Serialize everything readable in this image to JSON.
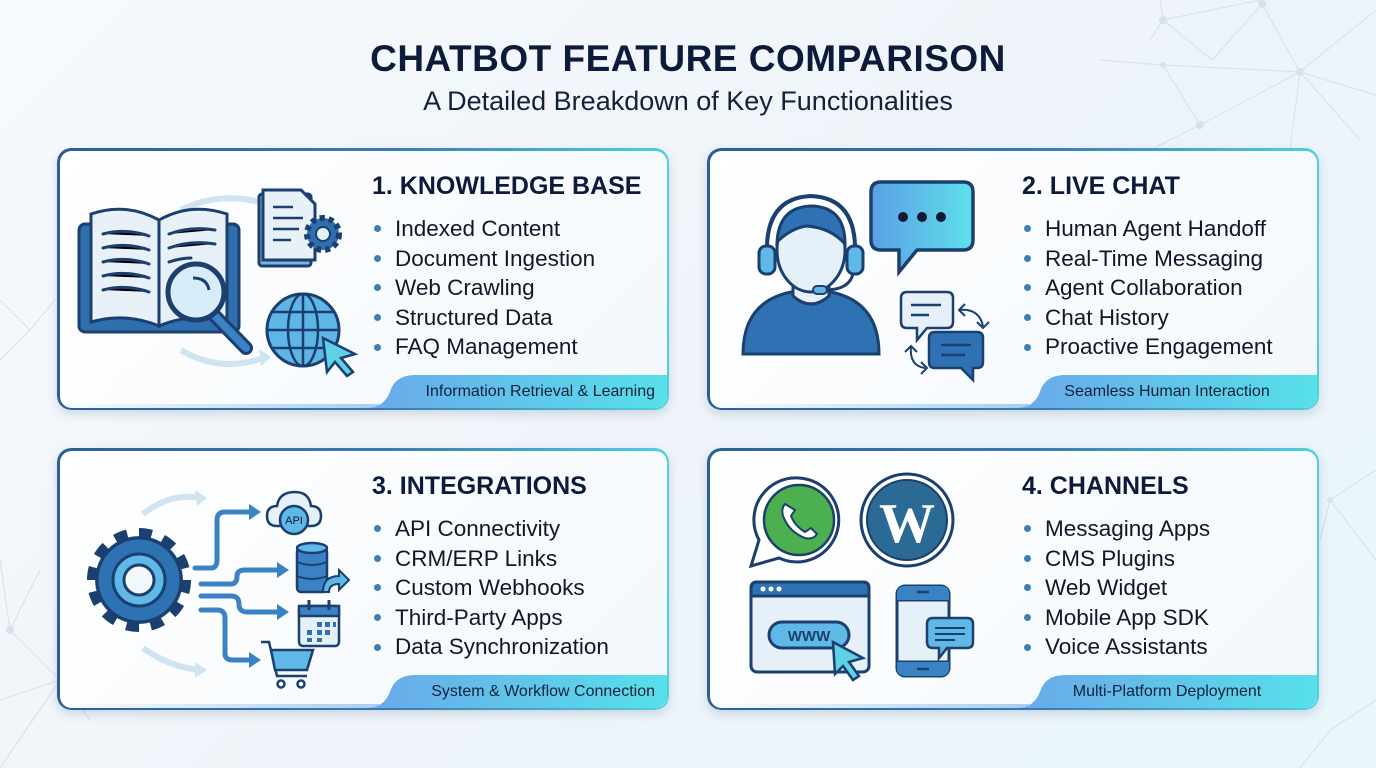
{
  "header": {
    "title": "CHATBOT FEATURE COMPARISON",
    "subtitle": "A Detailed Breakdown of Key Functionalities"
  },
  "colors": {
    "title": "#0d1b3a",
    "bullet": "#3b7fb5",
    "icon_dark": "#1f5d97",
    "icon_mid": "#3b82c4",
    "icon_light": "#5fd2e6",
    "whatsapp_green": "#4caf50",
    "wordpress_blue": "#2a6a94"
  },
  "cards": [
    {
      "title": "1. KNOWLEDGE BASE",
      "items": [
        "Indexed Content",
        "Document Ingestion",
        "Web Crawling",
        "Structured Data",
        "FAQ Management"
      ],
      "footer": "Information Retrieval & Learning",
      "icons": [
        "open-book-icon",
        "magnifier-icon",
        "document-gear-icon",
        "globe-cursor-icon"
      ]
    },
    {
      "title": "2. LIVE CHAT",
      "items": [
        "Human Agent Handoff",
        "Real-Time Messaging",
        "Agent Collaboration",
        "Chat History",
        "Proactive Engagement"
      ],
      "footer": "Seamless Human Interaction",
      "icons": [
        "headset-agent-icon",
        "typing-bubble-icon",
        "exchange-bubbles-icon"
      ]
    },
    {
      "title": "3. INTEGRATIONS",
      "items": [
        "API Connectivity",
        "CRM/ERP Links",
        "Custom Webhooks",
        "Third-Party Apps",
        "Data Synchronization"
      ],
      "footer": "System & Workflow Connection",
      "icons": [
        "gear-icon",
        "api-cloud-icon",
        "database-icon",
        "calendar-icon",
        "cart-icon"
      ],
      "api_label": "API"
    },
    {
      "title": "4. CHANNELS",
      "items": [
        "Messaging Apps",
        "CMS Plugins",
        "Web Widget",
        "Mobile App SDK",
        "Voice Assistants"
      ],
      "footer": "Multi-Platform Deployment",
      "icons": [
        "whatsapp-icon",
        "wordpress-icon",
        "browser-www-icon",
        "mobile-chat-icon"
      ],
      "www_label": "WWW"
    }
  ]
}
